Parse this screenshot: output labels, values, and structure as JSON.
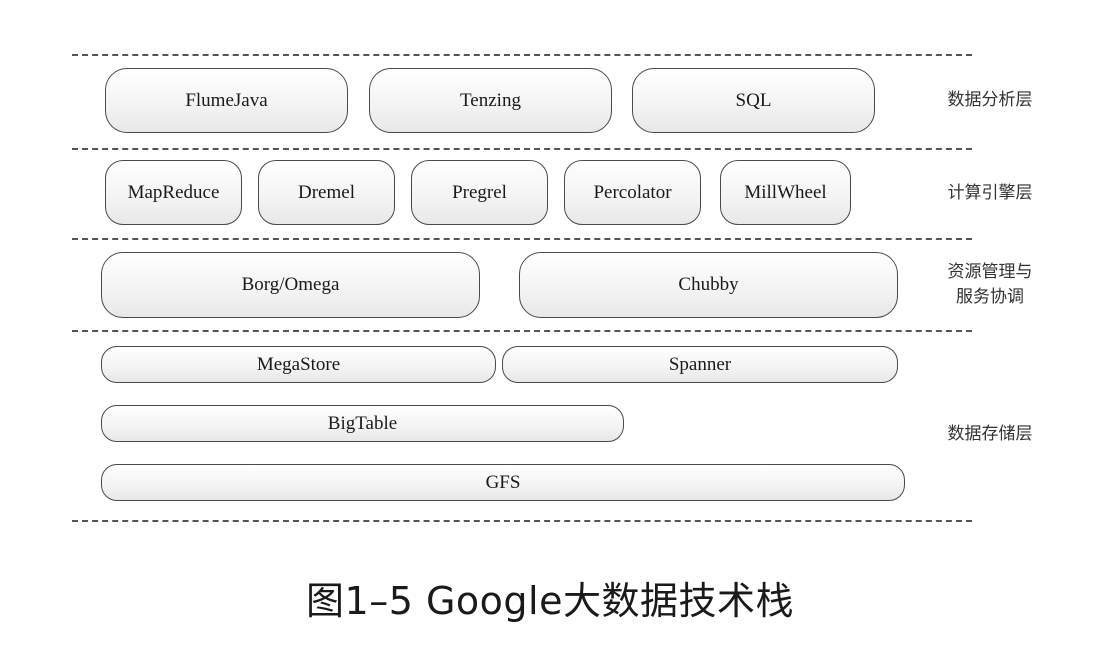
{
  "layers": {
    "analysis": {
      "label": "数据分析层",
      "items": [
        "FlumeJava",
        "Tenzing",
        "SQL"
      ]
    },
    "compute": {
      "label": "计算引擎层",
      "items": [
        "MapReduce",
        "Dremel",
        "Pregrel",
        "Percolator",
        "MillWheel"
      ]
    },
    "management": {
      "label_line1": "资源管理与",
      "label_line2": "服务协调",
      "items": [
        "Borg/Omega",
        "Chubby"
      ]
    },
    "storage": {
      "label": "数据存储层",
      "items": [
        "MegaStore",
        "Spanner",
        "BigTable",
        "GFS"
      ]
    }
  },
  "caption": "图1–5 Google大数据技术栈"
}
